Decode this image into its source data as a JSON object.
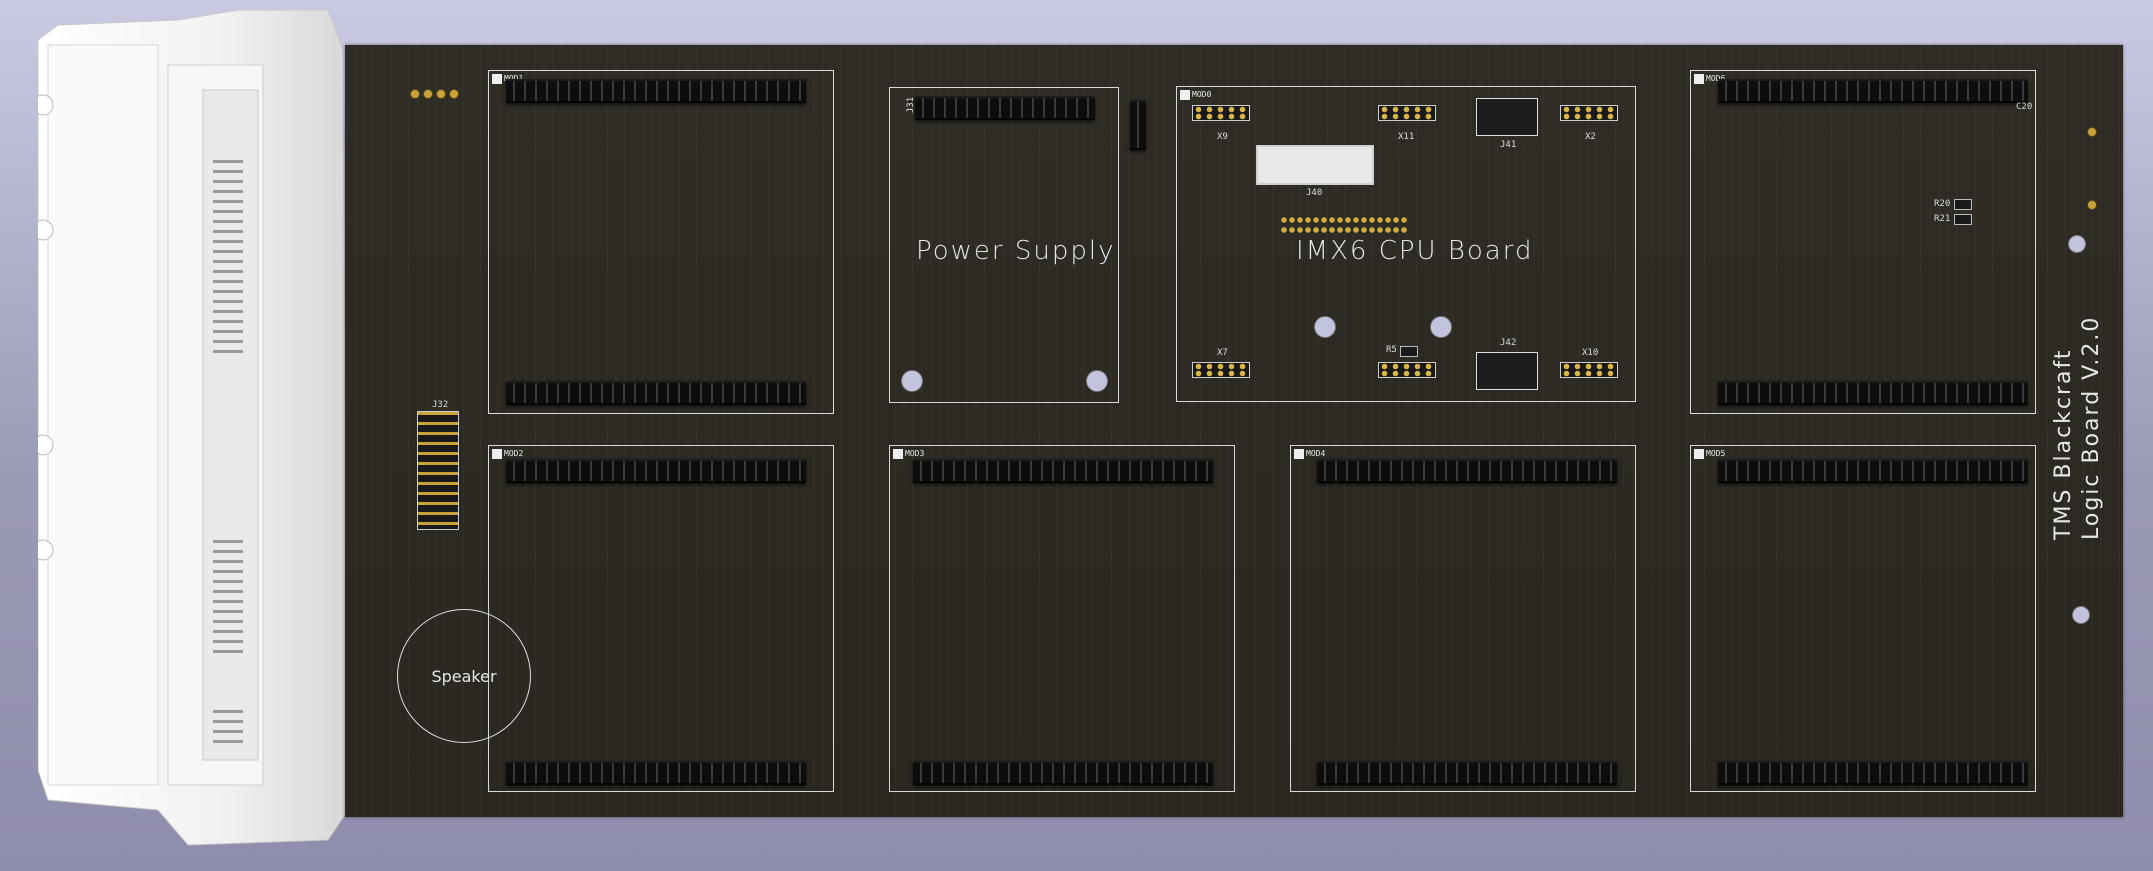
{
  "board": {
    "title_line1": "TMS Blackcraft",
    "title_line2": "Logic Board V.2.0"
  },
  "sections": {
    "power_supply": "Power Supply",
    "cpu_board": "IMX6 CPU Board",
    "speaker": "Speaker"
  },
  "modules": {
    "mod0": "MOD0",
    "mod1": "MOD1",
    "mod2": "MOD2",
    "mod3": "MOD3",
    "mod4": "MOD4",
    "mod5": "MOD5",
    "mod6": "MOD6"
  },
  "refdes": {
    "j31": "J31",
    "j32": "J32",
    "j40": "J40",
    "j41": "J41",
    "j42": "J42",
    "x2": "X2",
    "x7": "X7",
    "x9": "X9",
    "x10": "X10",
    "x11": "X11",
    "r5": "R5",
    "r20": "R20",
    "r21": "R21",
    "c20": "C20"
  },
  "colors": {
    "pcb": "#2c2a24",
    "silkscreen": "#e6e6e6",
    "gold_pad": "#c9a23a",
    "connector_plastic": "#f2f2f2",
    "background": "#b3b2cf"
  }
}
